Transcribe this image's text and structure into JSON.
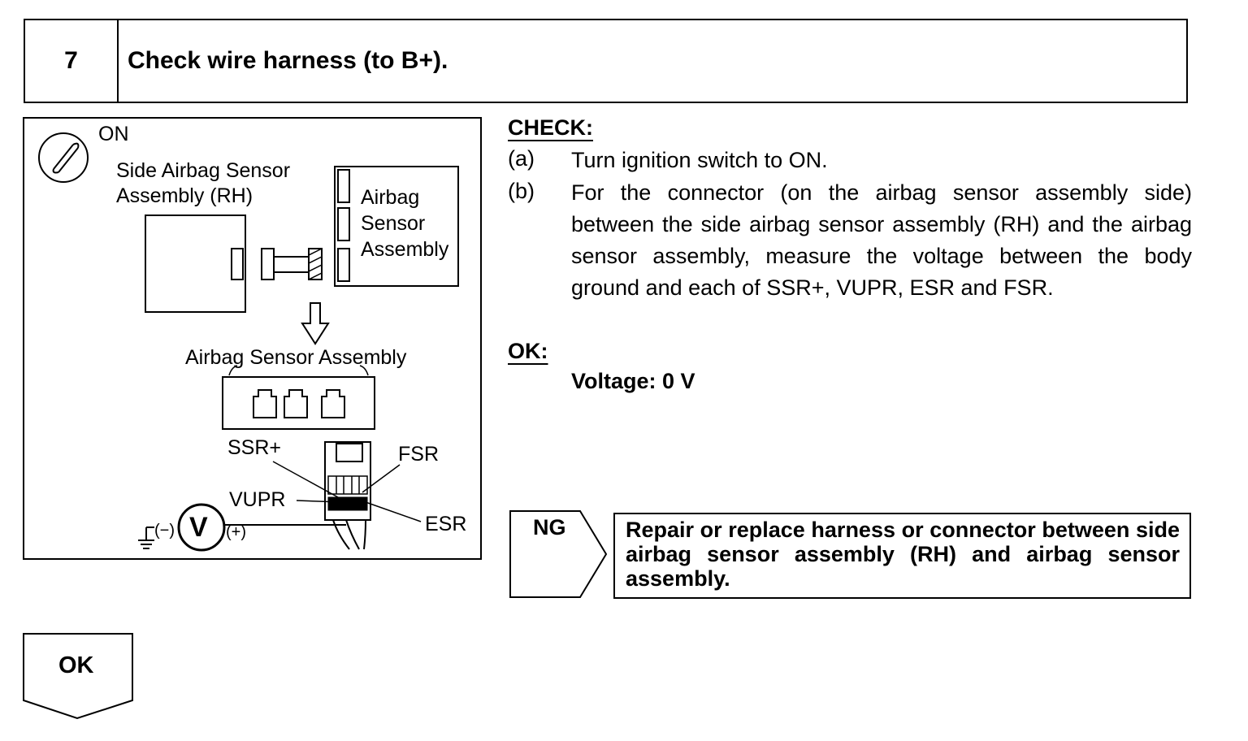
{
  "header": {
    "step_number": "7",
    "title": "Check wire harness (to B+)."
  },
  "diagram": {
    "ignition_state": "ON",
    "side_sensor_label_line1": "Side Airbag Sensor",
    "side_sensor_label_line2": "Assembly (RH)",
    "airbag_sensor_label_line1": "Airbag",
    "airbag_sensor_label_line2": "Sensor",
    "airbag_sensor_label_line3": "Assembly",
    "connector_view_label": "Airbag Sensor Assembly",
    "terminals": {
      "ssr_plus": "SSR+",
      "fsr": "FSR",
      "vupr": "VUPR",
      "esr": "ESR"
    },
    "voltmeter_symbol": "V",
    "probe_negative": "(−)",
    "probe_positive": "(+)"
  },
  "check": {
    "heading": "CHECK:",
    "steps": [
      {
        "letter": "(a)",
        "text": "Turn ignition switch to ON."
      },
      {
        "letter": "(b)",
        "text": "For the connector (on the airbag sensor assembly side) between the side airbag sensor assembly (RH) and the airbag sensor assembly, measure the voltage between the body ground and each of SSR+, VUPR, ESR and FSR."
      }
    ]
  },
  "ok_spec": {
    "heading": "OK:",
    "value": "Voltage: 0 V"
  },
  "ng": {
    "label": "NG",
    "action": "Repair or replace harness or connector between side airbag sensor assembly (RH) and airbag sensor assembly."
  },
  "ok_flow": {
    "label": "OK"
  }
}
